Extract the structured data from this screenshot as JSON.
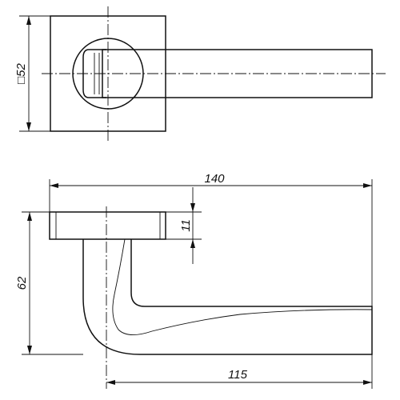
{
  "dimensions": {
    "rosette_square": "□52",
    "overall_length": "140",
    "rosette_thickness": "11",
    "height": "62",
    "projection": "115"
  },
  "colors": {
    "ink": "#111111",
    "background": "#ffffff"
  }
}
